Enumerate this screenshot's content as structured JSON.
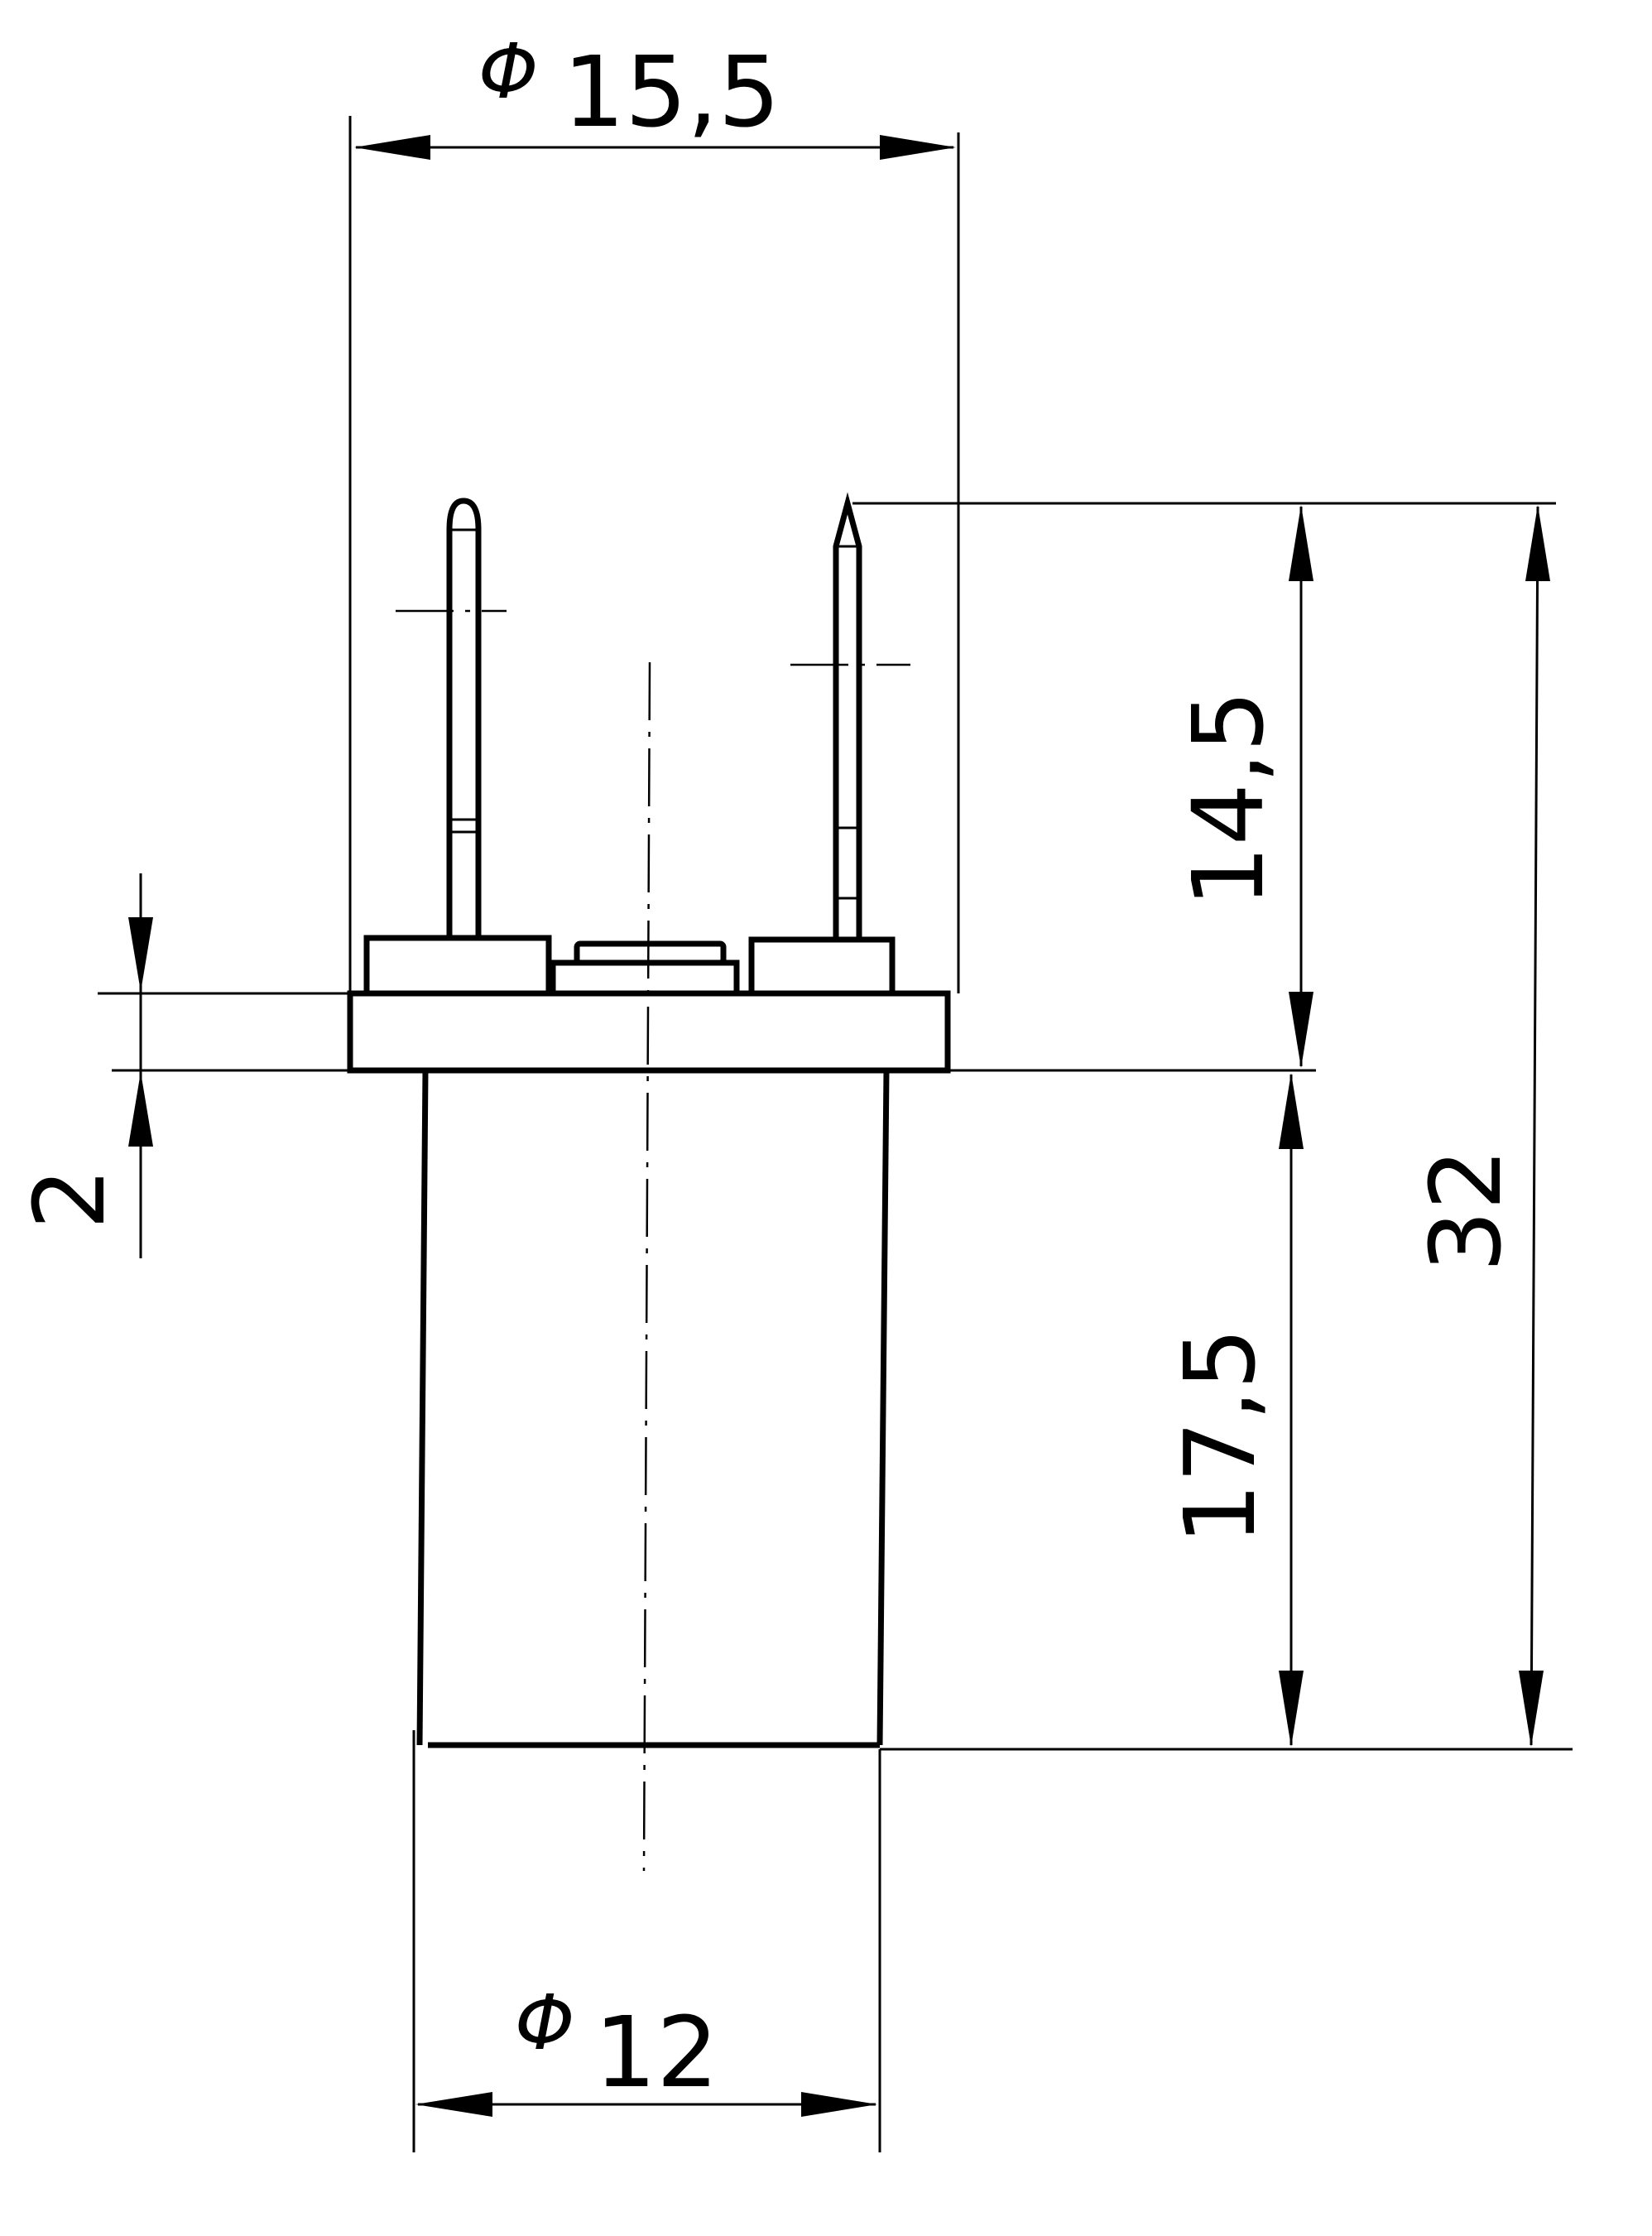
{
  "dimensions": {
    "top_diameter": {
      "symbol": "Φ",
      "value": "15,5"
    },
    "bottom_diameter": {
      "symbol": "Φ",
      "value": "12"
    },
    "flange_thickness": "2",
    "upper_height": "14,5",
    "lower_height": "17,5",
    "total_height": "32"
  },
  "colors": {
    "line": "#000000",
    "background": "#ffffff"
  }
}
